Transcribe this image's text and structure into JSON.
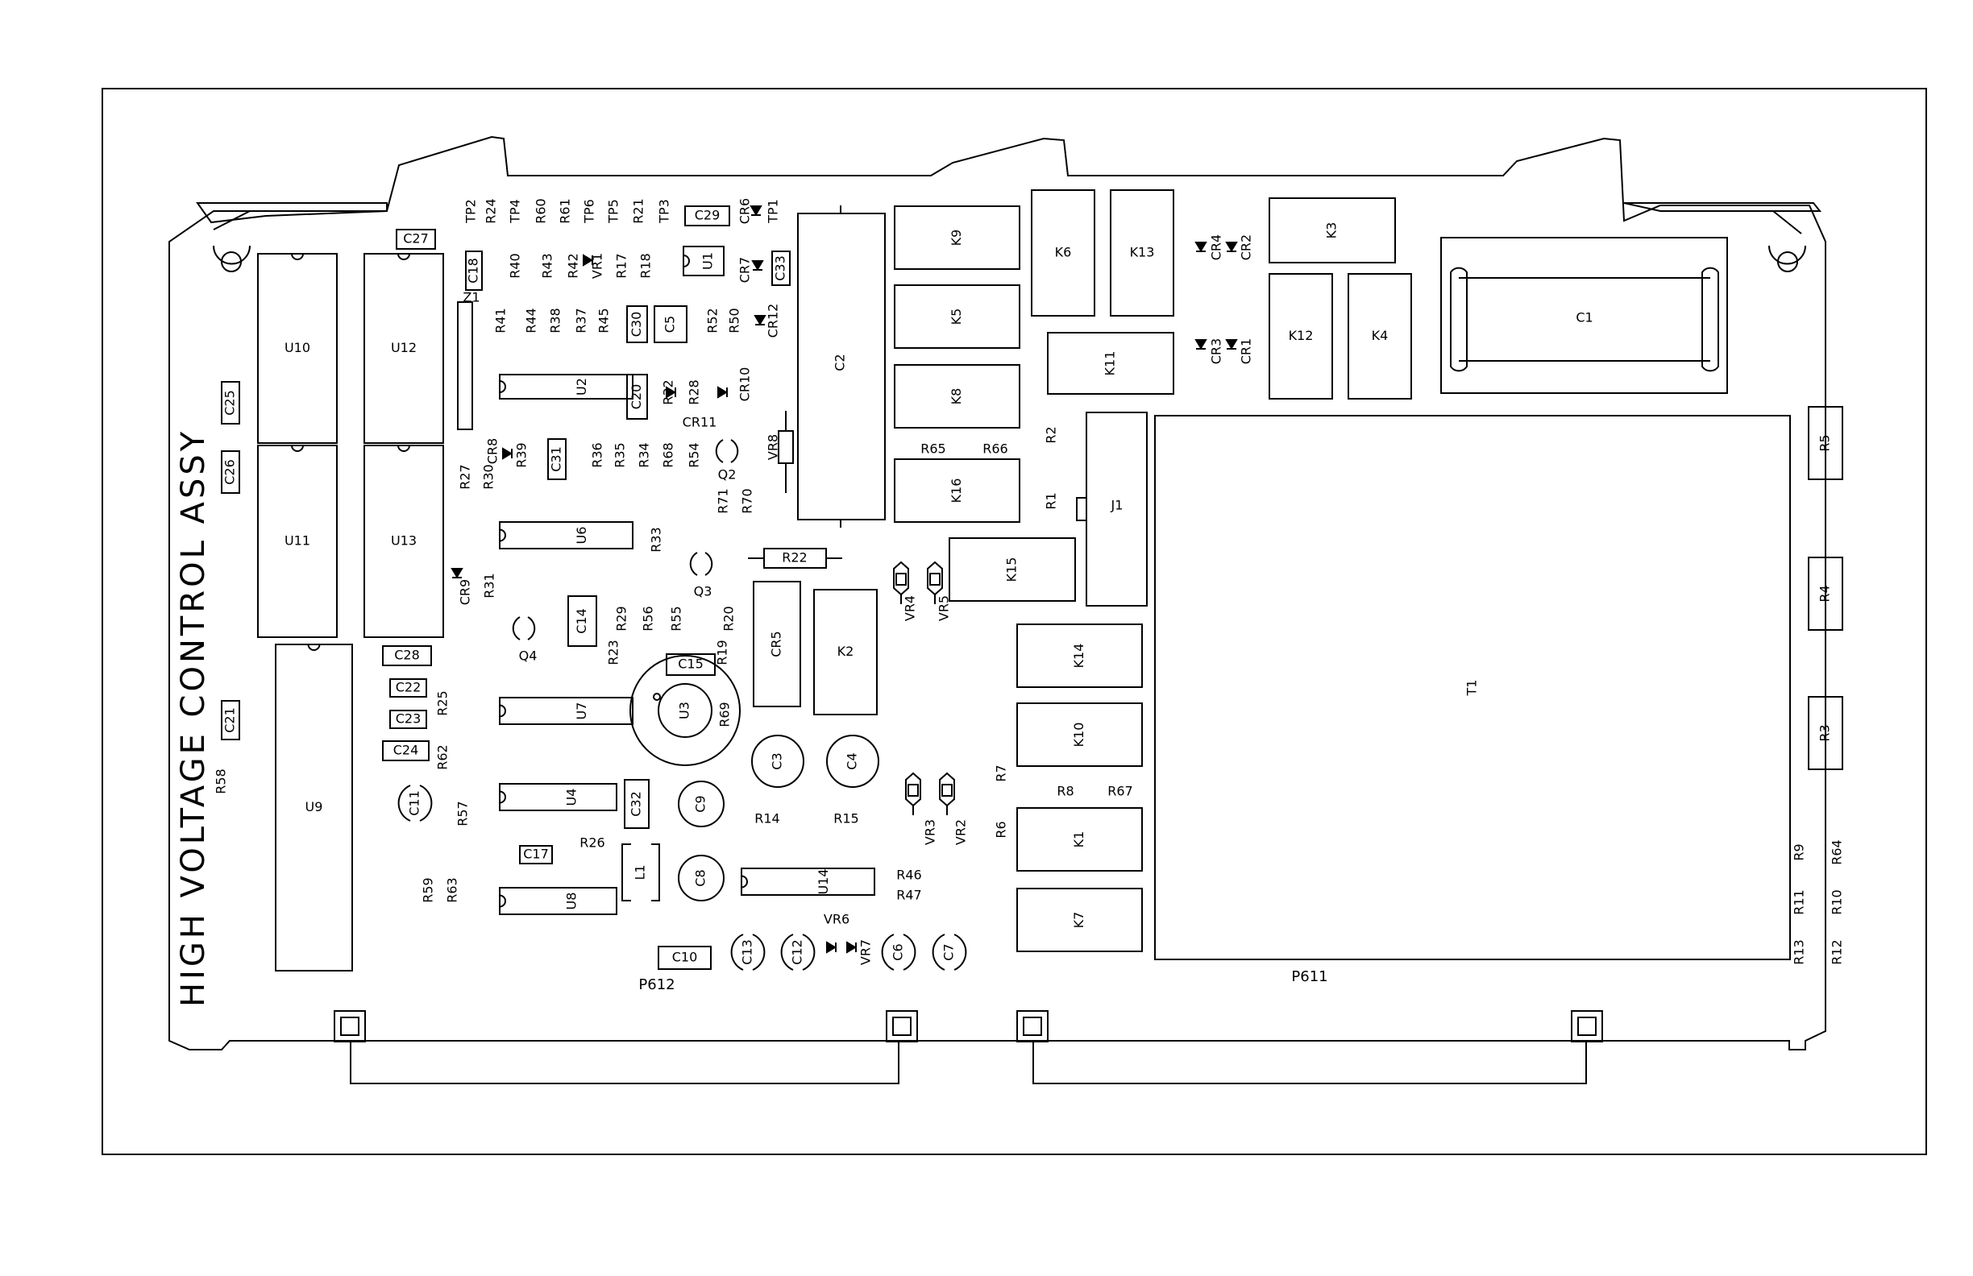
{
  "title": "HIGH VOLTAGE CONTROL ASSY",
  "connectors": {
    "p611": "P611",
    "p612": "P612"
  },
  "components": [
    {
      "ref": "U10"
    },
    {
      "ref": "U12"
    },
    {
      "ref": "U11"
    },
    {
      "ref": "U13"
    },
    {
      "ref": "U9"
    },
    {
      "ref": "U1"
    },
    {
      "ref": "U2"
    },
    {
      "ref": "U6"
    },
    {
      "ref": "U7"
    },
    {
      "ref": "U4"
    },
    {
      "ref": "U8"
    },
    {
      "ref": "U14"
    },
    {
      "ref": "U3"
    },
    {
      "ref": "C27"
    },
    {
      "ref": "C25"
    },
    {
      "ref": "C26"
    },
    {
      "ref": "C18"
    },
    {
      "ref": "C29"
    },
    {
      "ref": "C33"
    },
    {
      "ref": "C30"
    },
    {
      "ref": "C5"
    },
    {
      "ref": "C20"
    },
    {
      "ref": "C31"
    },
    {
      "ref": "C14"
    },
    {
      "ref": "C15"
    },
    {
      "ref": "C28"
    },
    {
      "ref": "C22"
    },
    {
      "ref": "C23"
    },
    {
      "ref": "C24"
    },
    {
      "ref": "C21"
    },
    {
      "ref": "C32"
    },
    {
      "ref": "C17"
    },
    {
      "ref": "C10"
    },
    {
      "ref": "C2"
    },
    {
      "ref": "C1"
    },
    {
      "ref": "C3"
    },
    {
      "ref": "C4"
    },
    {
      "ref": "C9"
    },
    {
      "ref": "C8"
    },
    {
      "ref": "C11"
    },
    {
      "ref": "C13"
    },
    {
      "ref": "C12"
    },
    {
      "ref": "C6"
    },
    {
      "ref": "C7"
    },
    {
      "ref": "K9"
    },
    {
      "ref": "K5"
    },
    {
      "ref": "K8"
    },
    {
      "ref": "K16"
    },
    {
      "ref": "K6"
    },
    {
      "ref": "K13"
    },
    {
      "ref": "K11"
    },
    {
      "ref": "K3"
    },
    {
      "ref": "K12"
    },
    {
      "ref": "K4"
    },
    {
      "ref": "K15"
    },
    {
      "ref": "K14"
    },
    {
      "ref": "K10"
    },
    {
      "ref": "K1"
    },
    {
      "ref": "K7"
    },
    {
      "ref": "K2"
    },
    {
      "ref": "J1"
    },
    {
      "ref": "T1"
    },
    {
      "ref": "L1"
    },
    {
      "ref": "Z1"
    },
    {
      "ref": "CR5"
    },
    {
      "ref": "R22"
    },
    {
      "ref": "R5"
    },
    {
      "ref": "R4"
    },
    {
      "ref": "R3"
    },
    {
      "ref": "Q2"
    },
    {
      "ref": "Q3"
    },
    {
      "ref": "Q4"
    },
    {
      "ref": "CR11"
    },
    {
      "ref": "VR6"
    },
    {
      "ref": "VR8"
    },
    {
      "ref": "TP2"
    },
    {
      "ref": "R24"
    },
    {
      "ref": "TP4"
    },
    {
      "ref": "R60"
    },
    {
      "ref": "R61"
    },
    {
      "ref": "TP6"
    },
    {
      "ref": "TP5"
    },
    {
      "ref": "R21"
    },
    {
      "ref": "TP3"
    },
    {
      "ref": "CR6"
    },
    {
      "ref": "TP1"
    },
    {
      "ref": "R40"
    },
    {
      "ref": "R43"
    },
    {
      "ref": "R42"
    },
    {
      "ref": "VR1"
    },
    {
      "ref": "R17"
    },
    {
      "ref": "R18"
    },
    {
      "ref": "CR7"
    },
    {
      "ref": "R41"
    },
    {
      "ref": "R44"
    },
    {
      "ref": "R38"
    },
    {
      "ref": "R37"
    },
    {
      "ref": "R45"
    },
    {
      "ref": "R52"
    },
    {
      "ref": "R50"
    },
    {
      "ref": "CR12"
    },
    {
      "ref": "R32"
    },
    {
      "ref": "R28"
    },
    {
      "ref": "CR10"
    },
    {
      "ref": "CR8"
    },
    {
      "ref": "R39"
    },
    {
      "ref": "R36"
    },
    {
      "ref": "R35"
    },
    {
      "ref": "R34"
    },
    {
      "ref": "R68"
    },
    {
      "ref": "R54"
    },
    {
      "ref": "R27"
    },
    {
      "ref": "R30"
    },
    {
      "ref": "R71"
    },
    {
      "ref": "R70"
    },
    {
      "ref": "R33"
    },
    {
      "ref": "CR9"
    },
    {
      "ref": "R31"
    },
    {
      "ref": "R29"
    },
    {
      "ref": "R56"
    },
    {
      "ref": "R55"
    },
    {
      "ref": "R20"
    },
    {
      "ref": "R23"
    },
    {
      "ref": "R19"
    },
    {
      "ref": "R69"
    },
    {
      "ref": "R25"
    },
    {
      "ref": "R58"
    },
    {
      "ref": "R62"
    },
    {
      "ref": "R57"
    },
    {
      "ref": "R26"
    },
    {
      "ref": "R59"
    },
    {
      "ref": "R63"
    },
    {
      "ref": "R14"
    },
    {
      "ref": "R15"
    },
    {
      "ref": "VR4"
    },
    {
      "ref": "VR5"
    },
    {
      "ref": "VR3"
    },
    {
      "ref": "VR2"
    },
    {
      "ref": "VR7"
    },
    {
      "ref": "R46"
    },
    {
      "ref": "R47"
    },
    {
      "ref": "R65"
    },
    {
      "ref": "R66"
    },
    {
      "ref": "R2"
    },
    {
      "ref": "R1"
    },
    {
      "ref": "R7"
    },
    {
      "ref": "R8"
    },
    {
      "ref": "R67"
    },
    {
      "ref": "R6"
    },
    {
      "ref": "CR4"
    },
    {
      "ref": "CR2"
    },
    {
      "ref": "CR3"
    },
    {
      "ref": "CR1"
    },
    {
      "ref": "R9"
    },
    {
      "ref": "R64"
    },
    {
      "ref": "R11"
    },
    {
      "ref": "R10"
    },
    {
      "ref": "R13"
    },
    {
      "ref": "R12"
    }
  ]
}
